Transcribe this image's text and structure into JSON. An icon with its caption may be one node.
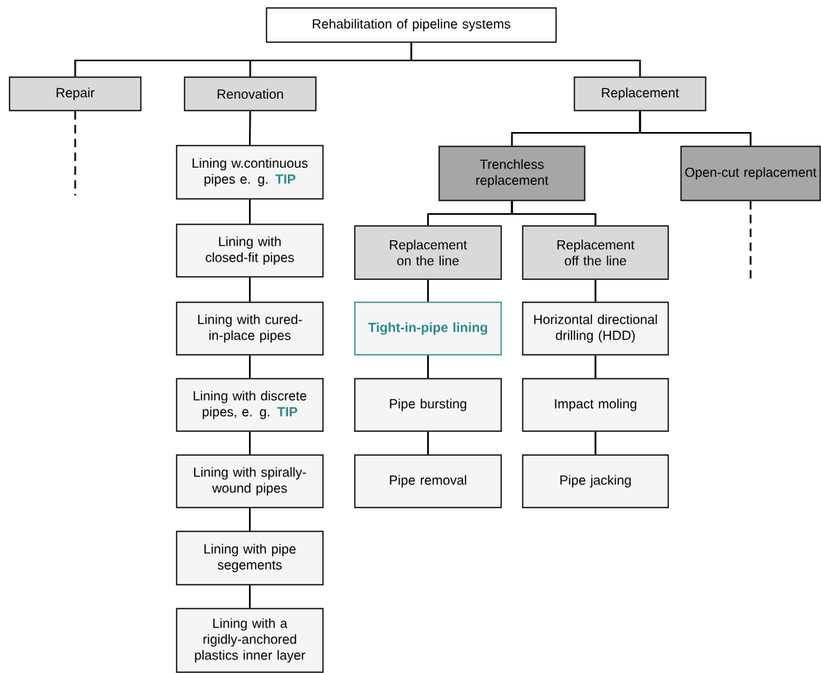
{
  "diagram": {
    "nodes": [
      {
        "text": [
          "Rehabilitation of pipeline systems"
        ]
      },
      {
        "text": [
          "Repair"
        ]
      },
      {
        "text": [
          "Renovation"
        ]
      },
      {
        "text": [
          "Replacement"
        ]
      },
      {
        "text": [
          "Lining w.continuous pipes e. g. **TIP**"
        ]
      },
      {
        "text": [
          "Lining with closed-fit pipes"
        ]
      },
      {
        "text": [
          "Lining with cured-in-place pipes"
        ]
      },
      {
        "text": [
          "Lining with discrete pipes, e. g. **TIP**"
        ]
      },
      {
        "text": [
          "Lining with spirally-wound pipes"
        ]
      },
      {
        "text": [
          "Lining with pipe segements"
        ]
      },
      {
        "text": [
          "Lining with a rigidly-anchored plastics inner layer"
        ]
      },
      {
        "text": [
          "Trenchless replacement"
        ]
      },
      {
        "text": [
          "Open-cut replacement"
        ]
      },
      {
        "text": [
          "Replacement on the line"
        ]
      },
      {
        "text": [
          "Replacement off the line"
        ]
      },
      {
        "text": [
          "Tight-in-pipe lining"
        ]
      },
      {
        "text": [
          "Pipe bursting"
        ]
      },
      {
        "text": [
          "Pipe removal"
        ]
      },
      {
        "text": [
          "Horizontal directional drilling (HDD)"
        ]
      },
      {
        "text": [
          "Impact moling"
        ]
      },
      {
        "text": [
          "Pipe jacking"
        ]
      }
    ],
    "edges": [
      {
        "from": 0,
        "to": 1,
        "arrow": "none"
      },
      {
        "from": 0,
        "to": 2,
        "arrow": "none"
      },
      {
        "from": 0,
        "to": 3,
        "arrow": "none"
      },
      {
        "from": 1,
        "to": null,
        "arrow": "none",
        "style": "dashed"
      },
      {
        "from": 2,
        "to": 4,
        "arrow": "none"
      },
      {
        "from": 4,
        "to": 5,
        "arrow": "none"
      },
      {
        "from": 5,
        "to": 6,
        "arrow": "none"
      },
      {
        "from": 6,
        "to": 7,
        "arrow": "none"
      },
      {
        "from": 7,
        "to": 8,
        "arrow": "none"
      },
      {
        "from": 8,
        "to": 9,
        "arrow": "none"
      },
      {
        "from": 9,
        "to": 10,
        "arrow": "none"
      },
      {
        "from": 3,
        "to": 11,
        "arrow": "none"
      },
      {
        "from": 3,
        "to": 12,
        "arrow": "none"
      },
      {
        "from": 12,
        "to": null,
        "arrow": "none",
        "style": "dashed"
      },
      {
        "from": 11,
        "to": 13,
        "arrow": "none"
      },
      {
        "from": 11,
        "to": 14,
        "arrow": "none"
      },
      {
        "from": 13,
        "to": 15,
        "arrow": "none"
      },
      {
        "from": 15,
        "to": 16,
        "arrow": "none"
      },
      {
        "from": 16,
        "to": 17,
        "arrow": "none"
      },
      {
        "from": 14,
        "to": 18,
        "arrow": "none"
      },
      {
        "from": 18,
        "to": 19,
        "arrow": "none"
      },
      {
        "from": 19,
        "to": 20,
        "arrow": "none"
      }
    ]
  }
}
